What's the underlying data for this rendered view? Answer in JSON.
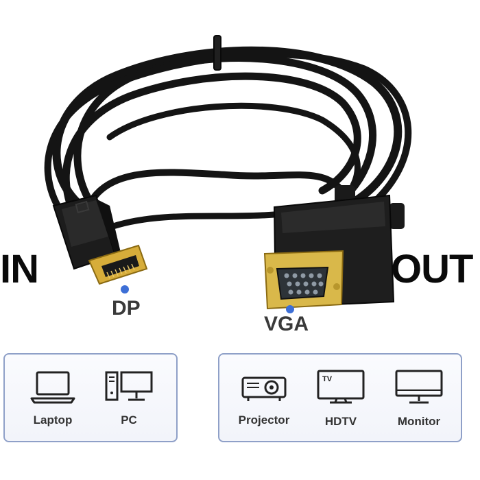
{
  "labels": {
    "in": "IN",
    "out": "OUT"
  },
  "ports": {
    "input": "DP",
    "output": "VGA"
  },
  "colors": {
    "cable": "#141414",
    "gold": "#d7ad3a",
    "dot": "#3d6fd6",
    "box_border": "#8fa0c8"
  },
  "input_devices": [
    {
      "label": "Laptop",
      "icon": "laptop-icon"
    },
    {
      "label": "PC",
      "icon": "desktop-pc-icon"
    }
  ],
  "output_devices": [
    {
      "label": "Projector",
      "icon": "projector-icon"
    },
    {
      "label": "HDTV",
      "icon": "tv-icon",
      "icon_text": "TV"
    },
    {
      "label": "Monitor",
      "icon": "monitor-icon"
    }
  ]
}
